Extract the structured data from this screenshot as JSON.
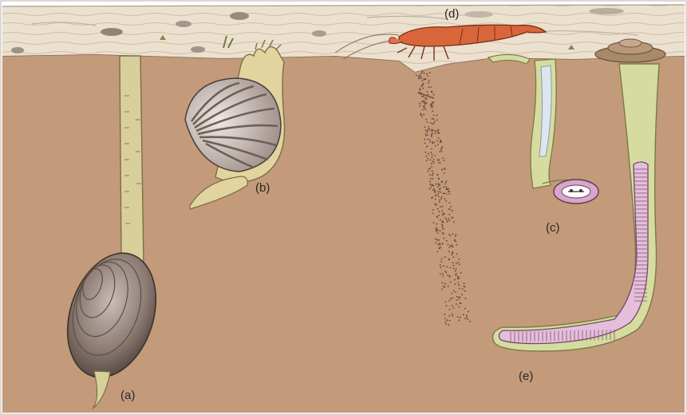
{
  "diagram": {
    "labels": {
      "a": "(a)",
      "b": "(b)",
      "c": "(c)",
      "d": "(d)",
      "e": "(e)"
    }
  },
  "colors": {
    "sediment": "#c39a7a",
    "surface": "#ece0cf",
    "siphon": "#d9cf9a",
    "shell_dark": "#6b5a52",
    "shrimp": "#d9663a",
    "worm_pink": "#e5bedb",
    "tube_green": "#d6dca0"
  }
}
